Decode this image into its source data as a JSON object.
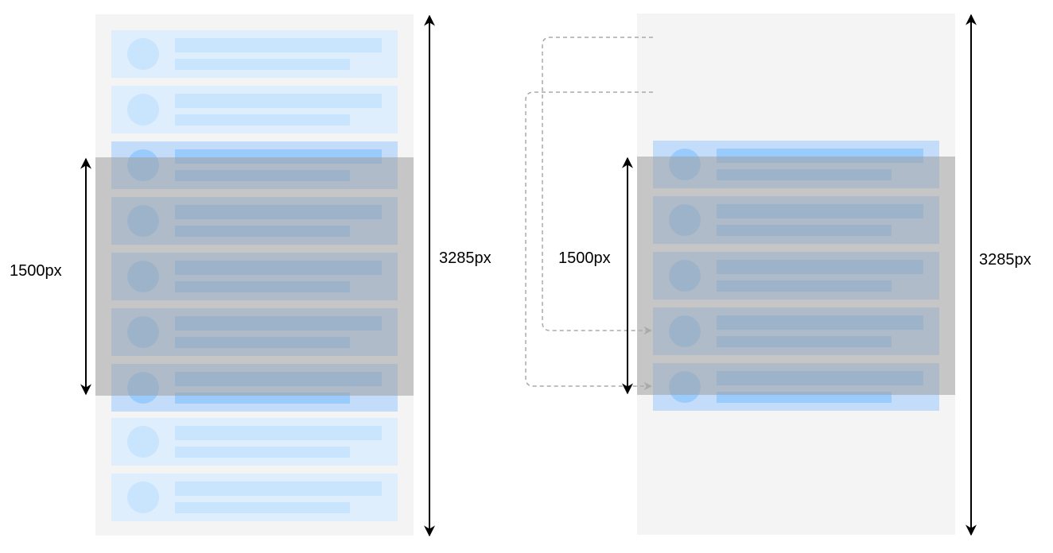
{
  "colors": {
    "container_bg": "#f4f4f4",
    "item_faded": "#dfeefd",
    "item_shape_faded": "#c9e4fd",
    "item_active": "#c2dcfa",
    "item_shape_active": "#99cbfd",
    "viewport_overlay": "#a0a0a0",
    "arrow": "#000000",
    "dashed_connector": "#aaaaaa"
  },
  "left_panel": {
    "viewport_label": "1500px",
    "total_label": "3285px"
  },
  "right_panel": {
    "viewport_label": "1500px",
    "total_label": "3285px"
  }
}
